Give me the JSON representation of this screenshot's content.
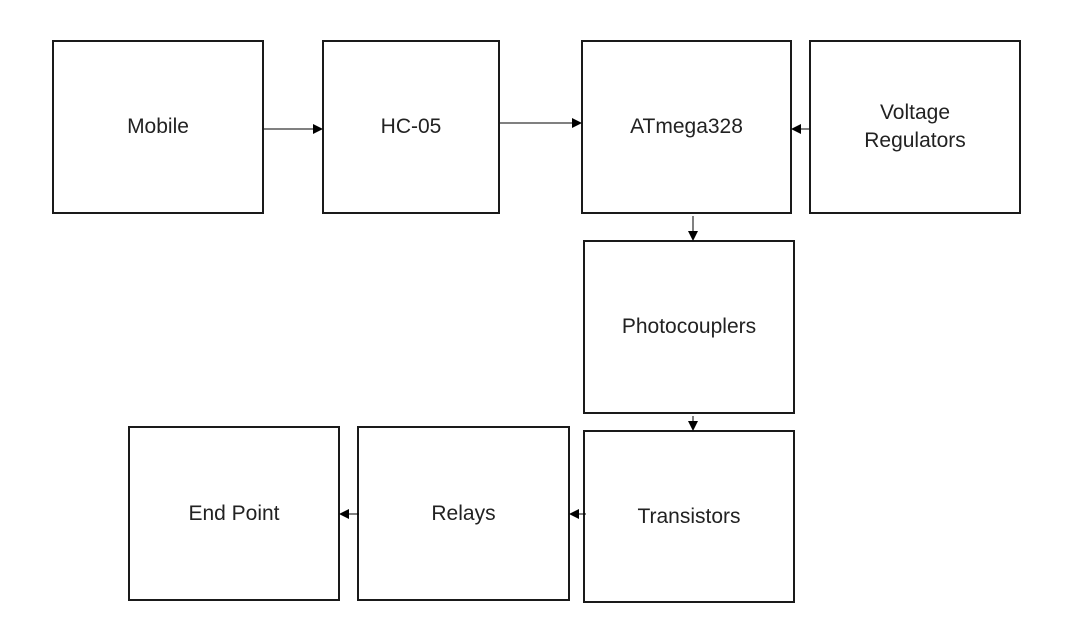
{
  "diagram": {
    "type": "block-diagram",
    "nodes": [
      {
        "id": "mobile",
        "label": "Mobile"
      },
      {
        "id": "hc05",
        "label": "HC-05"
      },
      {
        "id": "atmega",
        "label": "ATmega328"
      },
      {
        "id": "volt",
        "label": "Voltage\nRegulators"
      },
      {
        "id": "photo",
        "label": "Photocouplers"
      },
      {
        "id": "trans",
        "label": "Transistors"
      },
      {
        "id": "relays",
        "label": "Relays"
      },
      {
        "id": "end",
        "label": "End Point"
      }
    ],
    "edges": [
      {
        "from": "mobile",
        "to": "hc05"
      },
      {
        "from": "hc05",
        "to": "atmega"
      },
      {
        "from": "volt",
        "to": "atmega"
      },
      {
        "from": "atmega",
        "to": "photo"
      },
      {
        "from": "photo",
        "to": "trans"
      },
      {
        "from": "trans",
        "to": "relays"
      },
      {
        "from": "relays",
        "to": "end"
      }
    ],
    "colors": {
      "stroke": "#1a1a1a",
      "text": "#222222",
      "background": "#ffffff"
    }
  }
}
